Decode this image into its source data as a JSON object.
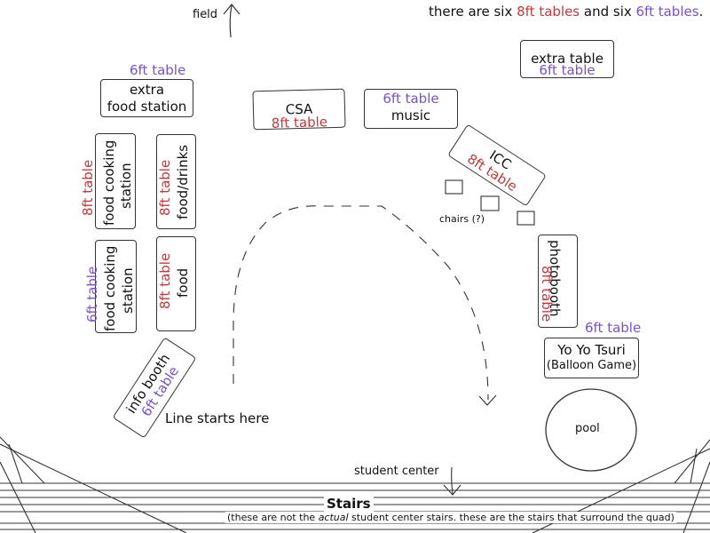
{
  "header": {
    "field": "field",
    "note_prefix": "there are six ",
    "note_8ft": "8ft tables",
    "note_mid": " and six ",
    "note_6ft": "6ft tables",
    "note_suffix": ".",
    "color_8ft": "#c0393b",
    "color_6ft": "#7a52c7"
  },
  "tables": {
    "extra_top_right": {
      "title": "extra table",
      "size": "6ft table"
    },
    "extra_food": {
      "size_above": "6ft table",
      "line1": "extra",
      "line2": "food station"
    },
    "csa": {
      "title": "CSA",
      "size": "8ft table"
    },
    "music": {
      "size": "6ft table",
      "title": "music"
    },
    "icc": {
      "title": "ICC",
      "size": "8ft table"
    },
    "food_cooking_1": {
      "size": "8ft table",
      "line1": "food cooking",
      "line2": "station"
    },
    "food_drinks": {
      "size": "8ft table",
      "title": "food/drinks"
    },
    "food_cooking_2": {
      "size": "6ft table",
      "line1": "food cooking",
      "line2": "station"
    },
    "food": {
      "size": "8ft table",
      "title": "food"
    },
    "photobooth": {
      "title": "photobooth",
      "size": "8ft table"
    },
    "yoyo": {
      "size_above": "6ft table",
      "line1": "Yo Yo Tsuri",
      "line2": "(Balloon Game)"
    },
    "info_booth": {
      "title": "info booth",
      "size": "6ft table"
    }
  },
  "labels": {
    "chairs": "chairs (?)",
    "line_starts": "Line starts here",
    "pool": "pool",
    "student_center": "student center",
    "stairs": "Stairs",
    "stairs_note_before": "(these are not the ",
    "stairs_note_em": "actual",
    "stairs_note_after": " student center stairs. these are the stairs that surround the quad)"
  }
}
